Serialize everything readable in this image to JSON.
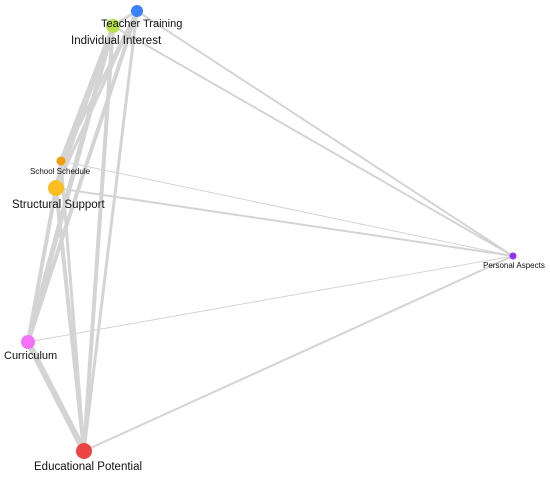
{
  "graph": {
    "nodes": [
      {
        "id": "teacher-training",
        "label": "Teacher Training",
        "color": "#3b82f6"
      },
      {
        "id": "individual-interest",
        "label": "Individual Interest",
        "color": "#b8e04a"
      },
      {
        "id": "school-schedule",
        "label": "School Schedule",
        "color": "#f59e0b"
      },
      {
        "id": "structural-support",
        "label": "Structural Support",
        "color": "#fbbf24"
      },
      {
        "id": "personal-aspects",
        "label": "Personal Aspects",
        "color": "#9333ea"
      },
      {
        "id": "curriculum",
        "label": "Curriculum",
        "color": "#f472f6"
      },
      {
        "id": "educational-potential",
        "label": "Educational Potential",
        "color": "#ef4444"
      }
    ],
    "edges": [
      {
        "source": "teacher-training",
        "target": "individual-interest",
        "weight": 3
      },
      {
        "source": "teacher-training",
        "target": "personal-aspects",
        "weight": 2
      },
      {
        "source": "teacher-training",
        "target": "school-schedule",
        "weight": 3
      },
      {
        "source": "teacher-training",
        "target": "structural-support",
        "weight": 3
      },
      {
        "source": "teacher-training",
        "target": "curriculum",
        "weight": 4
      },
      {
        "source": "teacher-training",
        "target": "educational-potential",
        "weight": 3
      },
      {
        "source": "individual-interest",
        "target": "personal-aspects",
        "weight": 2
      },
      {
        "source": "individual-interest",
        "target": "school-schedule",
        "weight": 4
      },
      {
        "source": "individual-interest",
        "target": "structural-support",
        "weight": 4
      },
      {
        "source": "individual-interest",
        "target": "curriculum",
        "weight": 5
      },
      {
        "source": "individual-interest",
        "target": "educational-potential",
        "weight": 4
      },
      {
        "source": "school-schedule",
        "target": "personal-aspects",
        "weight": 1
      },
      {
        "source": "school-schedule",
        "target": "structural-support",
        "weight": 3
      },
      {
        "source": "school-schedule",
        "target": "curriculum",
        "weight": 3
      },
      {
        "source": "school-schedule",
        "target": "educational-potential",
        "weight": 3
      },
      {
        "source": "structural-support",
        "target": "personal-aspects",
        "weight": 2
      },
      {
        "source": "structural-support",
        "target": "curriculum",
        "weight": 4
      },
      {
        "source": "structural-support",
        "target": "educational-potential",
        "weight": 4
      },
      {
        "source": "personal-aspects",
        "target": "curriculum",
        "weight": 1
      },
      {
        "source": "personal-aspects",
        "target": "educational-potential",
        "weight": 2
      },
      {
        "source": "curriculum",
        "target": "educational-potential",
        "weight": 6
      }
    ],
    "edge_color": "#d4d4d4"
  }
}
